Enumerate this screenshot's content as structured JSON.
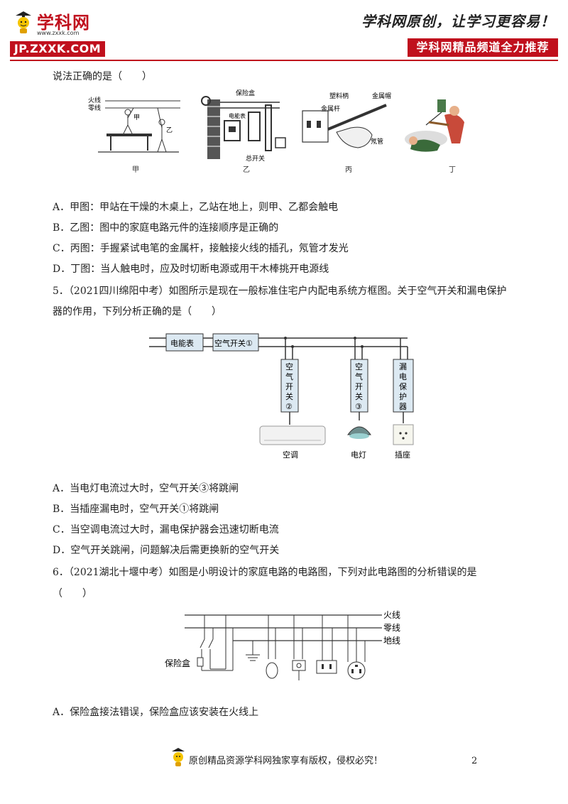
{
  "header": {
    "logo_text": "学科网",
    "logo_url": "www.zxxk.com",
    "badge": "JP.ZXXK.COM",
    "slogan": "学科网原创，让学习更容易！",
    "channel": "学科网精品频道全力推荐"
  },
  "q4": {
    "stem": "说法正确的是（　　）",
    "figure_labels": {
      "jia_hot": "火线",
      "jia_neutral": "零线",
      "jia_a": "甲",
      "jia_b": "乙",
      "yi_fuse": "保险盒",
      "yi_meter": "电能表",
      "yi_switch": "总开关",
      "bing_plastic": "塑料柄",
      "bing_cap": "金属帽",
      "bing_rod": "金属杆",
      "bing_tube": "氖管"
    },
    "captions": [
      "甲",
      "乙",
      "丙",
      "丁"
    ],
    "options": [
      "A．甲图：甲站在干燥的木桌上，乙站在地上，则甲、乙都会触电",
      "B．乙图：图中的家庭电路元件的连接顺序是正确的",
      "C．丙图：手握紧试电笔的金属杆，接触接火线的插孔，氖管才发光",
      "D．丁图：当人触电时，应及时切断电源或用干木棒挑开电源线"
    ]
  },
  "q5": {
    "stem_line1": "5．（2021四川绵阳中考）如图所示是现在一般标准住宅户内配电系统方框图。关于空气开关和漏电保护",
    "stem_line2": "器的作用，下列分析正确的是（　　）",
    "diagram": {
      "meter": "电能表",
      "switch1": "空气开关①",
      "switch2": [
        "空",
        "气",
        "开",
        "关",
        "②"
      ],
      "switch3": [
        "空",
        "气",
        "开",
        "关",
        "③"
      ],
      "protector": [
        "漏",
        "电",
        "保",
        "护",
        "器"
      ],
      "ac": "空调",
      "lamp": "电灯",
      "socket": "插座"
    },
    "options": [
      "A．当电灯电流过大时，空气开关③将跳闸",
      "B．当插座漏电时，空气开关①将跳闸",
      "C．当空调电流过大时，漏电保护器会迅速切断电流",
      "D．空气开关跳闸，问题解决后需更换新的空气开关"
    ]
  },
  "q6": {
    "stem_line1": "6．（2021湖北十堰中考）如图是小明设计的家庭电路的电路图，下列对此电路图的分析错误的是",
    "stem_line2": "（　　）",
    "diagram": {
      "hot": "火线",
      "neutral": "零线",
      "ground": "地线",
      "fuse": "保险盒"
    },
    "options": [
      "A．保险盒接法错误，保险盒应该安装在火线上"
    ]
  },
  "footer": {
    "text": "原创精品资源学科网独家享有版权，侵权必究！",
    "page": "2"
  }
}
